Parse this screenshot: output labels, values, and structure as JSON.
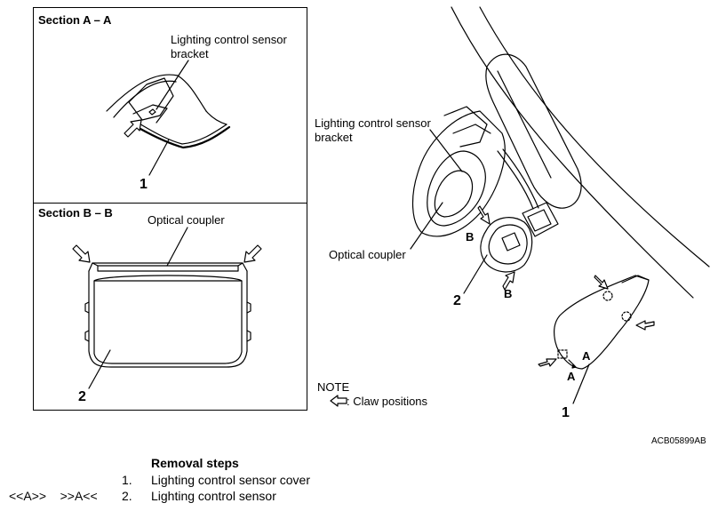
{
  "section_a": {
    "title": "Section A – A",
    "label_bracket_line1": "Lighting control sensor",
    "label_bracket_line2": "bracket",
    "callout": "1"
  },
  "section_b": {
    "title": "Section B – B",
    "label_coupler": "Optical coupler",
    "callout": "2"
  },
  "main_view": {
    "label_bracket_line1": "Lighting control sensor",
    "label_bracket_line2": "bracket",
    "label_coupler": "Optical coupler",
    "callout_1": "1",
    "callout_2": "2",
    "marker_a1": "A",
    "marker_a2": "A",
    "marker_b1": "B",
    "marker_b2": "B"
  },
  "note": {
    "title": "NOTE",
    "text": ": Claw positions"
  },
  "figure_id": "ACB05899AB",
  "removal": {
    "title": "Removal steps",
    "steps": [
      {
        "prefix": "",
        "num": "1.",
        "text": "Lighting control sensor cover"
      },
      {
        "prefix": "<<A>>    >>A<<",
        "num": "2.",
        "text": "Lighting control sensor"
      }
    ]
  }
}
